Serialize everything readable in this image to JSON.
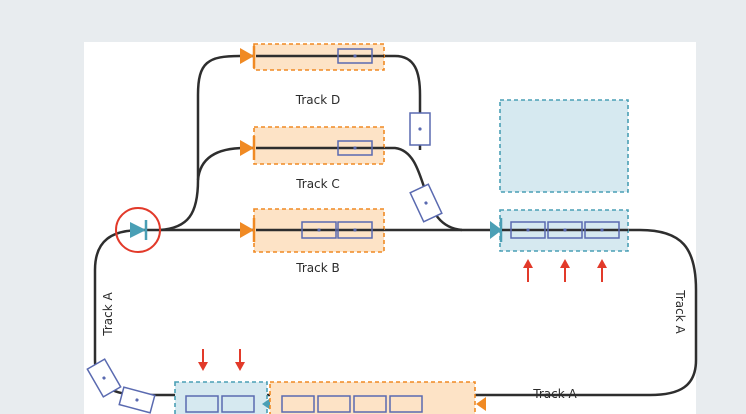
{
  "labels": {
    "track_d": "Track D",
    "track_c": "Track C",
    "track_b": "Track B",
    "track_a_left": "Track A",
    "track_a_right": "Track A",
    "track_a_bottom": "Track A"
  },
  "colors": {
    "page_bg": "#e8ecef",
    "panel_bg": "#ffffff",
    "track": "#2e2e2e",
    "orange": "#f08a24",
    "orange_fill": "#fde3c6",
    "teal": "#4a9fb5",
    "teal_fill": "#d6e9f0",
    "car_stroke": "#5a6ab0",
    "red": "#e23a2a"
  },
  "icons": [
    "switch-circle-icon",
    "down-arrow-icon",
    "up-arrow-icon",
    "tilted-car-icon"
  ]
}
